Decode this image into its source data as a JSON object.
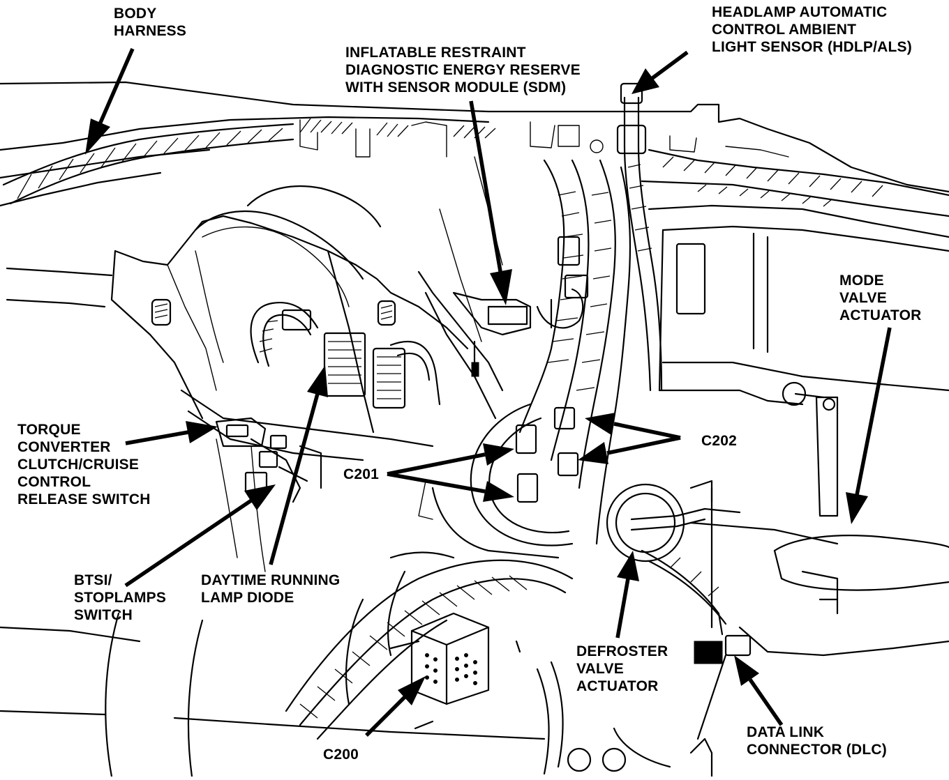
{
  "labels": {
    "body_harness": "BODY\nHARNESS",
    "hdlp_als": "HEADLAMP AUTOMATIC\nCONTROL AMBIENT\nLIGHT SENSOR (HDLP/ALS)",
    "sdm": "INFLATABLE RESTRAINT\nDIAGNOSTIC ENERGY RESERVE\nWITH SENSOR MODULE (SDM)",
    "mode_valve": "MODE\nVALVE\nACTUATOR",
    "tcc_switch": "TORQUE\nCONVERTER\nCLUTCH/CRUISE\nCONTROL\nRELEASE SWITCH",
    "c202": "C202",
    "c201": "C201",
    "btsi": "BTSI/\nSTOPLAMPS\nSWITCH",
    "drl_diode": "DAYTIME RUNNING\nLAMP DIODE",
    "defroster": "DEFROSTER\nVALVE\nACTUATOR",
    "dlc": "DATA LINK\nCONNECTOR (DLC)",
    "c200": "C200"
  }
}
